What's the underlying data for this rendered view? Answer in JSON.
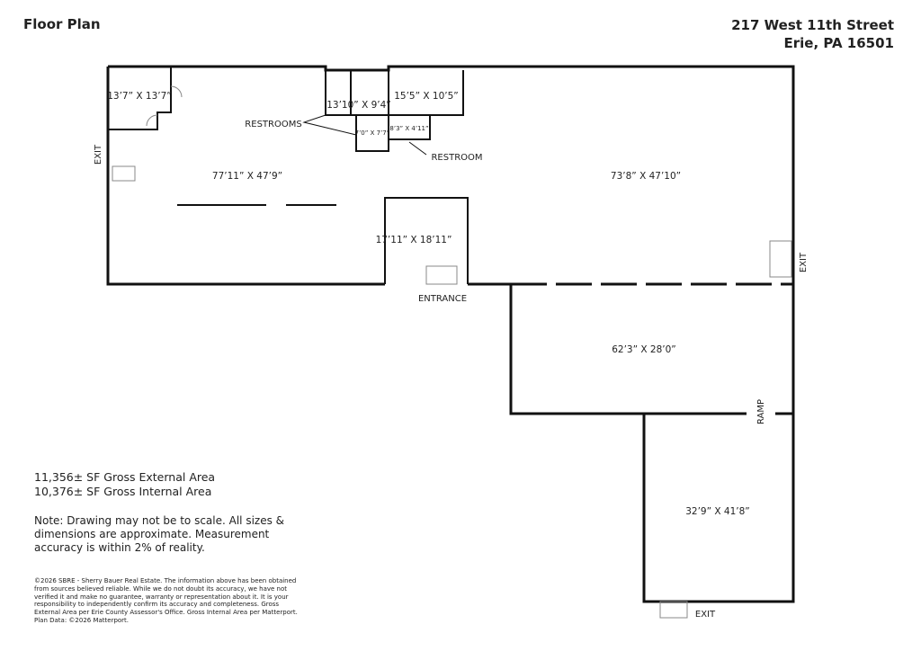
{
  "header": {
    "title": "Floor Plan",
    "address_line1": "217 West 11th Street",
    "address_line2": "Erie, PA 16501"
  },
  "rooms": [
    {
      "id": "office-nw",
      "label": "13’7” X 13’7”"
    },
    {
      "id": "restrooms-main",
      "label": "13’10” X 9’4”"
    },
    {
      "id": "office-n",
      "label": "15’5” X 10’5”"
    },
    {
      "id": "restroom-small-a",
      "label": "7’0” X 7’7”"
    },
    {
      "id": "restroom-small-b",
      "label": "8’3” X 4’11”"
    },
    {
      "id": "main-west",
      "label": "77’11” X 47’9”"
    },
    {
      "id": "main-east",
      "label": "73’8” X 47’10”"
    },
    {
      "id": "vestibule",
      "label": "17’11” X 18’11”"
    },
    {
      "id": "middle-south",
      "label": "62’3” X 28’0”"
    },
    {
      "id": "south",
      "label": "32’9” X 41’8”"
    }
  ],
  "annotations": {
    "restrooms": "RESTROOMS",
    "restroom": "RESTROOM",
    "entrance": "ENTRANCE",
    "exit_west": "EXIT",
    "exit_east": "EXIT",
    "exit_south": "EXIT",
    "ramp": "RAMP"
  },
  "areas": {
    "gross_external": "11,356± SF Gross External Area",
    "gross_internal": "10,376± SF Gross Internal Area"
  },
  "note": "Note: Drawing may not be to scale. All sizes & dimensions are approximate. Measurement accuracy is within 2% of reality.",
  "disclaimer": "©2026 SBRE - Sherry Bauer Real Estate. The information above has been obtained from sources believed reliable. While we do not doubt its accuracy, we have not verified it and make no guarantee, warranty or representation about it. It is your responsibility to independently confirm its accuracy and completeness. Gross External Area per Erie County Assessor's Office. Gross Internal Area per Matterport. Plan Data: ©2026 Matterport."
}
